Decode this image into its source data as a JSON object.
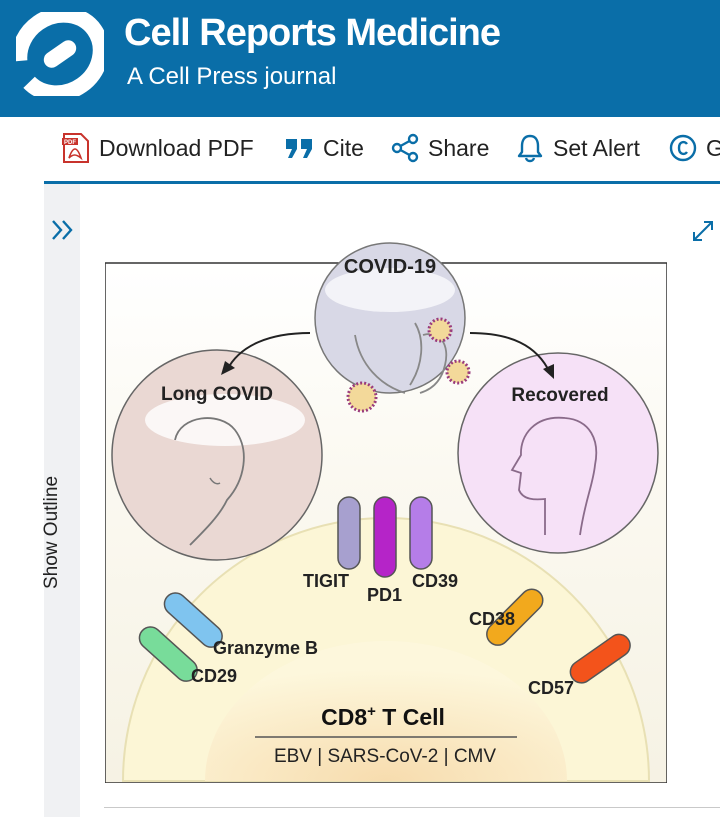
{
  "header": {
    "title": "Cell Reports Medicine",
    "subtitle": "A Cell Press journal",
    "background": "#0a6ea8"
  },
  "toolbar": {
    "items": [
      {
        "label": "Download PDF",
        "icon": "pdf-icon"
      },
      {
        "label": "Cite",
        "icon": "quote-icon"
      },
      {
        "label": "Share",
        "icon": "share-icon"
      },
      {
        "label": "Set Alert",
        "icon": "bell-icon"
      },
      {
        "label": "G",
        "icon": "copyright-icon"
      }
    ]
  },
  "sidebar": {
    "outline_label": "Show Outline",
    "toggle_icon": "double-chevron-right-icon"
  },
  "figure": {
    "top_label": "COVID-19",
    "left_label": "Long COVID",
    "right_label": "Recovered",
    "cell_label_main": "CD8",
    "cell_label_sup": "+",
    "cell_label_rest": " T Cell",
    "viruses_label": "EBV | SARS-CoV-2 | CMV",
    "markers": [
      "TIGIT",
      "PD1",
      "CD39",
      "CD38",
      "Granzyme B",
      "CD29",
      "CD57"
    ],
    "colors": {
      "tigit": "#a7a0cf",
      "pd1": "#b524c8",
      "cd39": "#b57de8",
      "cd38": "#f2a91d",
      "granzyme": "#7fc4ef",
      "cd29": "#78dc9a",
      "cd57": "#f3531b"
    }
  }
}
